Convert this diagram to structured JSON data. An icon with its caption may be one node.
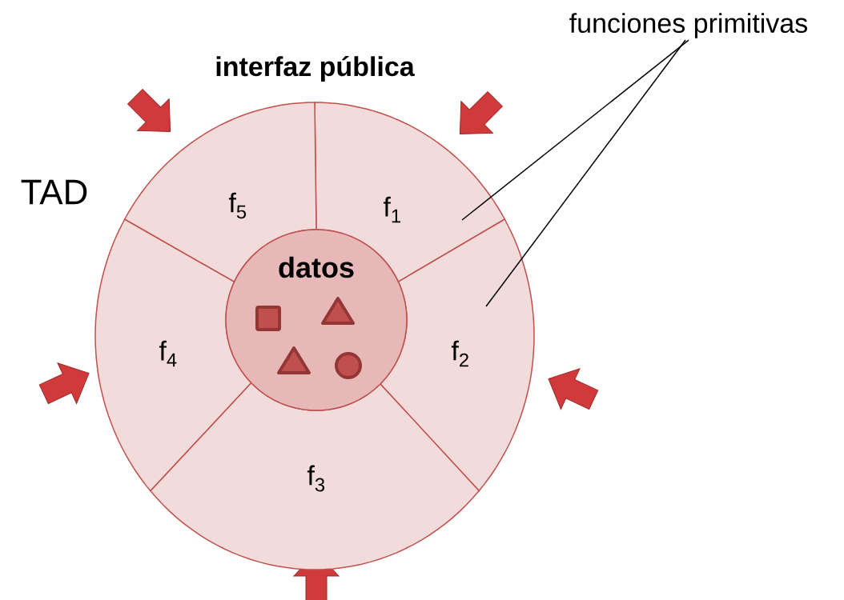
{
  "diagram": {
    "nodes": [
      {
        "text": [
          "f$_{1}$"
        ]
      },
      {
        "text": [
          "f$_{2}$"
        ]
      },
      {
        "text": [
          "f$_{3}$"
        ]
      },
      {
        "text": [
          "f$_{4}$"
        ]
      },
      {
        "text": [
          "f$_{5}$"
        ]
      },
      {
        "text": [
          "datos"
        ]
      },
      {
        "text": [],
        "shape": "box",
        "in": 5
      },
      {
        "text": [],
        "shape": "triangle",
        "in": 5
      },
      {
        "text": [],
        "shape": "triangle",
        "in": 5
      },
      {
        "text": [],
        "shape": "circle",
        "in": 5
      },
      {
        "text": [
          "funciones primitivas"
        ]
      }
    ],
    "edges": [
      {
        "from": 10,
        "to": 0,
        "arrow": "none"
      },
      {
        "from": 10,
        "to": 1,
        "arrow": "none"
      }
    ],
    "labels": [
      "interfaz pública",
      "TAD"
    ]
  }
}
